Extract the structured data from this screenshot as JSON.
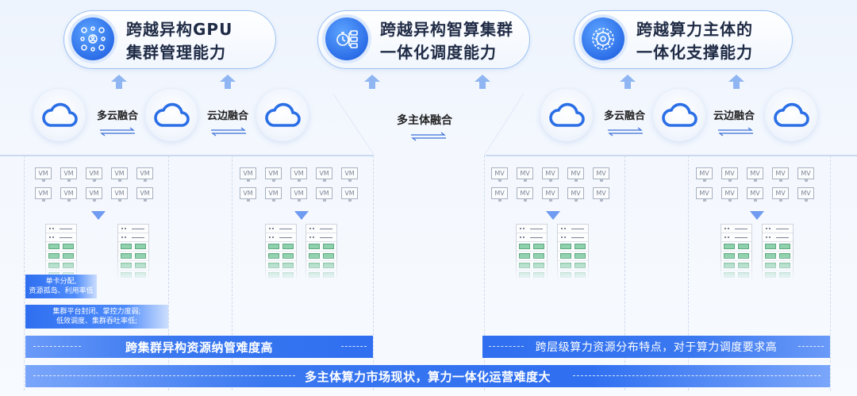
{
  "top_pills": [
    {
      "line1": "跨越异构GPU",
      "line2": "集群管理能力",
      "icon": "people-network-icon"
    },
    {
      "line1": "跨越异构智算集群",
      "line2": "一体化调度能力",
      "icon": "scheduling-icon"
    },
    {
      "line1": "跨越算力主体的",
      "line2": "一体化支撑能力",
      "icon": "gear-support-icon"
    }
  ],
  "cloud_links": {
    "left_1": "多云融合",
    "left_2": "云边融合",
    "center": "多主体融合",
    "right_1": "多云融合",
    "right_2": "云边融合"
  },
  "vm_tile_label": "VM",
  "mv_tile_label": "MV",
  "callouts": {
    "c1_line1": "单卡分配,",
    "c1_line2": "资源孤岛、利用率低",
    "c2_line1": "集群平台封闭、掌控力度弱;",
    "c2_line2": "低效调度、集群吞吐率低;"
  },
  "bars": {
    "left": "跨集群异构资源纳管难度高",
    "right": "跨层级算力资源分布特点，对于算力调度要求高",
    "bottom": "多主体算力市场现状，算力一体化运营难度大"
  },
  "colors": {
    "accent_blue": "#2f6ff0",
    "pill_border": "#9cc2f3",
    "cloud_stroke": "#2b6fe6",
    "server_gpu_green": "#8fd0ad"
  }
}
